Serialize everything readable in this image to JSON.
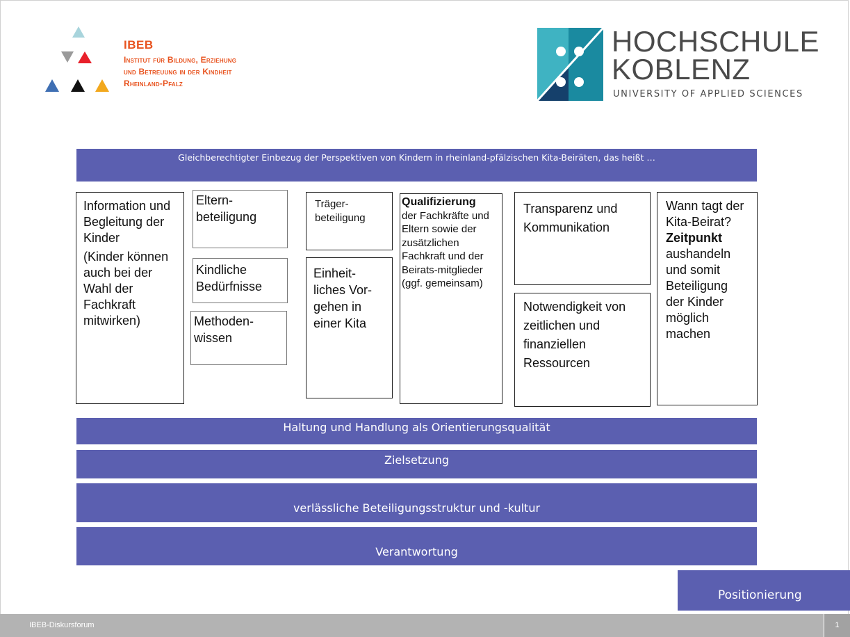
{
  "header": {
    "ibeb": {
      "title": "IBEB",
      "line1": "Institut für Bildung, Erziehung",
      "line2": "und Betreuung in der Kindheit",
      "line3": "Rheinland-Pfalz",
      "colors": {
        "orange": "#e8531f",
        "red": "#e8202a",
        "grey": "#9a9a9a",
        "lightblue": "#a8d4dc",
        "blue": "#3f6fb3",
        "black": "#111111",
        "yellow": "#f2a81d"
      }
    },
    "hochschule": {
      "line1": "HOCHSCHULE",
      "line2": "KOBLENZ",
      "line3": "UNIVERSITY OF APPLIED SCIENCES",
      "colors": {
        "teal_light": "#3fb3c2",
        "teal_dark": "#1a8aa0",
        "navy": "#15406b"
      }
    }
  },
  "banner_top": "Gleichberechtigter Einbezug der Perspektiven von Kindern in rheinland-pfälzischen Kita-Beiräten, das heißt …",
  "boxes": {
    "information": {
      "text": "Information und Begleitung der Kinder",
      "note": "(Kinder können auch bei der Wahl der Fachkraft mitwirken)"
    },
    "eltern": "Eltern-beteiligung",
    "kindliche": "Kindliche Bedürfnisse",
    "methoden": "Methoden-wissen",
    "traeger": "Träger-beteiligung",
    "einheitliches": "Einheit-liches Vor-gehen in einer Kita",
    "qualifizierung": {
      "bold": "Qualifizierung",
      "text": "der Fachkräfte und Eltern sowie der zusätzlichen Fachkraft und der Beirats-mitglieder (ggf. gemeinsam)"
    },
    "transparenz": "Transparenz und Kommunikation",
    "notwendigkeit": "Notwendigkeit von zeitlichen und finanziellen Ressourcen",
    "wann": {
      "before": "Wann tagt der Kita-Beirat?",
      "bold": "Zeitpunkt",
      "after": "aushandeln und somit Beteiligung der Kinder möglich machen"
    }
  },
  "bars": {
    "haltung": "Haltung und Handlung als Orientierungsqualität",
    "zielsetzung": "Zielsetzung",
    "struktur": "verlässliche Beteiligungsstruktur und -kultur",
    "verantwortung": "Verantwortung"
  },
  "positionierung": "Positionierung",
  "footer": {
    "label": "IBEB-Diskursforum",
    "page": "1"
  },
  "colors": {
    "bar": "#5b5fb0",
    "footer": "#b3b3b3"
  }
}
